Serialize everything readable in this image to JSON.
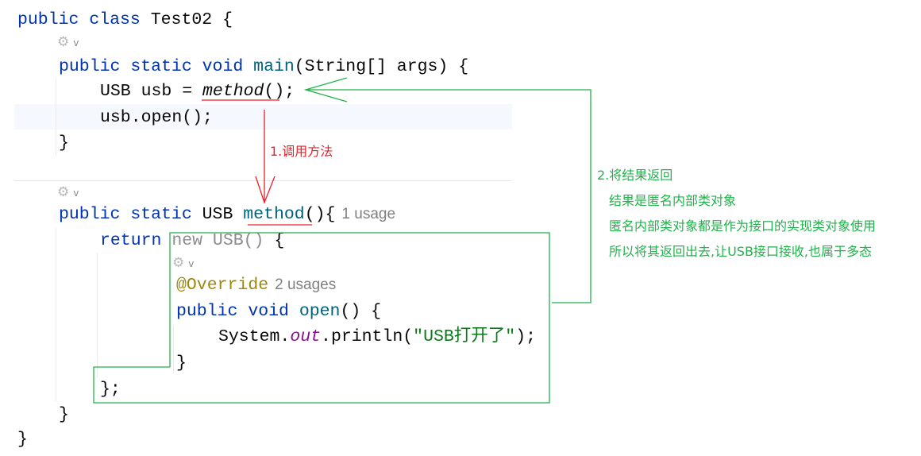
{
  "code_lines": [
    {
      "tokens": [
        {
          "t": "public ",
          "c": "kw"
        },
        {
          "t": "class ",
          "c": "kw"
        },
        {
          "t": "Test02 {",
          "c": ""
        }
      ]
    },
    {
      "tokens": [
        {
          "t": "public ",
          "c": "kw"
        },
        {
          "t": "static ",
          "c": "kw"
        },
        {
          "t": "void ",
          "c": "kw"
        },
        {
          "t": "main",
          "c": "fn"
        },
        {
          "t": "(String[] args) {",
          "c": ""
        }
      ]
    },
    {
      "tokens": [
        {
          "t": "USB usb = ",
          "c": ""
        },
        {
          "t": "method",
          "c": "it"
        },
        {
          "t": "();",
          "c": ""
        }
      ]
    },
    {
      "tokens": [
        {
          "t": "usb.open();",
          "c": ""
        }
      ]
    },
    {
      "tokens": [
        {
          "t": "}",
          "c": ""
        }
      ]
    },
    {
      "tokens": [
        {
          "t": "public ",
          "c": "kw"
        },
        {
          "t": "static ",
          "c": "kw"
        },
        {
          "t": "USB ",
          "c": ""
        },
        {
          "t": "method",
          "c": "fn"
        },
        {
          "t": "(){",
          "c": ""
        },
        {
          "t": "1 usage",
          "c": "hint"
        }
      ]
    },
    {
      "tokens": [
        {
          "t": "return ",
          "c": "kw"
        },
        {
          "t": "new USB() ",
          "c": "gray"
        },
        {
          "t": "{",
          "c": ""
        }
      ]
    },
    {
      "tokens": [
        {
          "t": "@Override",
          "c": "ann"
        },
        {
          "t": "2 usages",
          "c": "hint"
        }
      ]
    },
    {
      "tokens": [
        {
          "t": "public ",
          "c": "kw"
        },
        {
          "t": "void ",
          "c": "kw"
        },
        {
          "t": "open",
          "c": "fn"
        },
        {
          "t": "() {",
          "c": ""
        }
      ]
    },
    {
      "tokens": [
        {
          "t": "System.",
          "c": ""
        },
        {
          "t": "out",
          "c": "out"
        },
        {
          "t": ".println(",
          "c": ""
        },
        {
          "t": "\"USB打开了\"",
          "c": "str"
        },
        {
          "t": ");",
          "c": ""
        }
      ]
    },
    {
      "tokens": [
        {
          "t": "}",
          "c": ""
        }
      ]
    },
    {
      "tokens": [
        {
          "t": "};",
          "c": ""
        }
      ]
    },
    {
      "tokens": [
        {
          "t": "}",
          "c": ""
        }
      ]
    },
    {
      "tokens": [
        {
          "t": "}",
          "c": ""
        }
      ]
    }
  ],
  "gutter_icon": "implementation-icon",
  "annotations": {
    "step1": "1.调用方法",
    "step2_title": "2.将结果返回",
    "step2_lines": [
      "结果是匿名内部类对象",
      "匿名内部类对象都是作为接口的实现类对象使用",
      "所以将其返回出去,让USB接口接收,也属于多态"
    ]
  },
  "colors": {
    "red_arrow": "#e8202a",
    "green_arrow": "#22b24c"
  }
}
